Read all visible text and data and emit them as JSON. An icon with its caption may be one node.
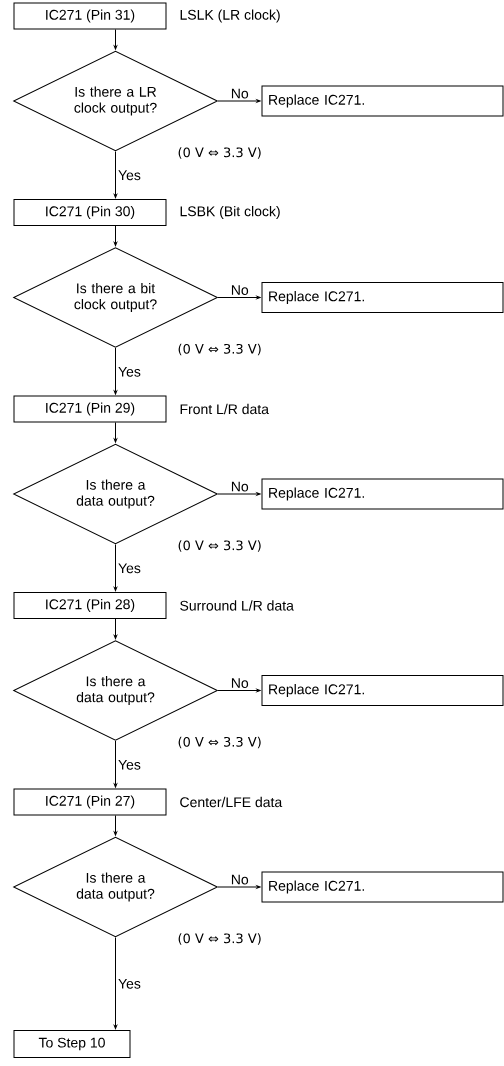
{
  "diagram": {
    "nodes": [
      {
        "text": [
          "IC271 (Pin 31)"
        ],
        "beside": [
          "LSLK (LR clock)"
        ]
      },
      {
        "text": [
          "Is there a LR clock output?"
        ],
        "beside": [
          "(0 V ⇔ 3.3 V)"
        ]
      },
      {
        "text": [
          "Replace IC271."
        ]
      },
      {
        "text": [
          "IC271 (Pin 30)"
        ],
        "beside": [
          "LSBK (Bit clock)"
        ]
      },
      {
        "text": [
          "Is there a bit clock output?"
        ],
        "beside": [
          "(0 V ⇔ 3.3 V)"
        ]
      },
      {
        "text": [
          "Replace IC271."
        ]
      },
      {
        "text": [
          "IC271 (Pin 29)"
        ],
        "beside": [
          "Front L/R data"
        ]
      },
      {
        "text": [
          "Is there a data output?"
        ],
        "beside": [
          "(0 V ⇔ 3.3 V)"
        ]
      },
      {
        "text": [
          "Replace IC271."
        ]
      },
      {
        "text": [
          "IC271 (Pin 28)"
        ],
        "beside": [
          "Surround L/R data"
        ]
      },
      {
        "text": [
          "Is there a data output?"
        ],
        "beside": [
          "(0 V ⇔ 3.3 V)"
        ]
      },
      {
        "text": [
          "Replace IC271."
        ]
      },
      {
        "text": [
          "IC271 (Pin 27)"
        ],
        "beside": [
          "Center/LFE data"
        ]
      },
      {
        "text": [
          "Is there a data output?"
        ],
        "beside": [
          "(0 V ⇔ 3.3 V)"
        ]
      },
      {
        "text": [
          "Replace IC271."
        ]
      },
      {
        "text": [
          "To Step 10"
        ]
      }
    ],
    "edges": [
      {
        "from": 0,
        "to": 1,
        "arrow": "to"
      },
      {
        "from": 1,
        "to": 2,
        "arrow": "to",
        "label": "No"
      },
      {
        "from": 1,
        "to": 3,
        "arrow": "to",
        "label": "Yes"
      },
      {
        "from": 3,
        "to": 4,
        "arrow": "to"
      },
      {
        "from": 4,
        "to": 5,
        "arrow": "to",
        "label": "No"
      },
      {
        "from": 4,
        "to": 6,
        "arrow": "to",
        "label": "Yes"
      },
      {
        "from": 6,
        "to": 7,
        "arrow": "to"
      },
      {
        "from": 7,
        "to": 8,
        "arrow": "to",
        "label": "No"
      },
      {
        "from": 7,
        "to": 9,
        "arrow": "to",
        "label": "Yes"
      },
      {
        "from": 9,
        "to": 10,
        "arrow": "to"
      },
      {
        "from": 10,
        "to": 11,
        "arrow": "to",
        "label": "No"
      },
      {
        "from": 10,
        "to": 12,
        "arrow": "to",
        "label": "Yes"
      },
      {
        "from": 12,
        "to": 13,
        "arrow": "to"
      },
      {
        "from": 13,
        "to": 14,
        "arrow": "to",
        "label": "No"
      },
      {
        "from": 13,
        "to": 15,
        "arrow": "to",
        "label": "Yes"
      }
    ]
  }
}
